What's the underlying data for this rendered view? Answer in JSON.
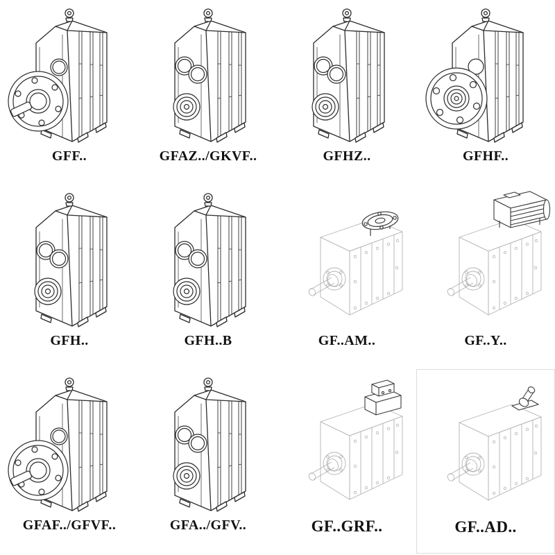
{
  "page": {
    "background": "#ffffff",
    "ink_color": "#2b2b2b",
    "ghost_color": "#b3b3b3",
    "label_color": "#111111"
  },
  "grid": {
    "items": [
      {
        "label": "GFF..",
        "variant": "housing-with-output-flange-and-shaft"
      },
      {
        "label": "GFAZ../GKVF..",
        "variant": "housing-with-hollow-shaft"
      },
      {
        "label": "GFHZ..",
        "variant": "housing-with-hollow-shaft"
      },
      {
        "label": "GFHF..",
        "variant": "housing-with-flange-hollow-shaft"
      },
      {
        "label": "GFH..",
        "variant": "housing-with-hollow-shaft"
      },
      {
        "label": "GFH..B",
        "variant": "housing-with-hollow-shaft"
      },
      {
        "label": "GF..AM..",
        "variant": "ghost-housing-with-top-motor-flange"
      },
      {
        "label": "GF..Y..",
        "variant": "ghost-housing-with-top-motor"
      },
      {
        "label": "GFAF../GFVF..",
        "variant": "housing-with-output-flange-and-shaft"
      },
      {
        "label": "GFA../GFV..",
        "variant": "housing-with-hollow-shaft"
      },
      {
        "label": "GF..GRF..",
        "variant": "ghost-housing-with-input-adapter"
      },
      {
        "label": "GF..AD..",
        "variant": "ghost-housing-with-top-input-shaft"
      }
    ]
  }
}
